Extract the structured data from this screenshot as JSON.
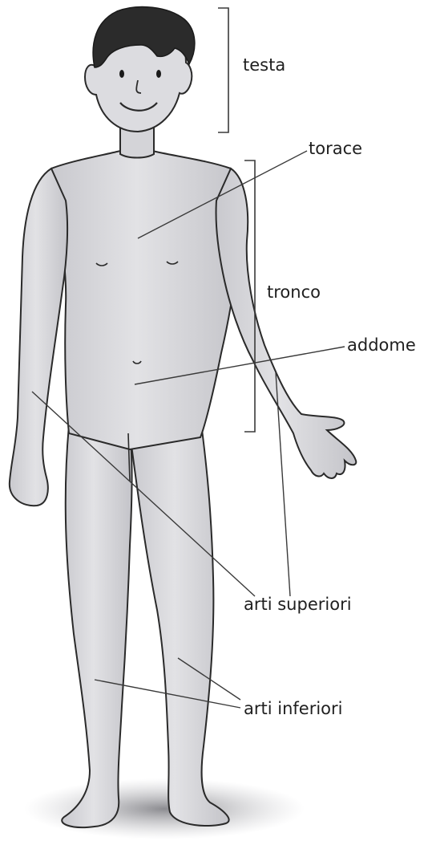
{
  "labels": {
    "testa": "testa",
    "torace": "torace",
    "tronco": "tronco",
    "addome": "addome",
    "arti_superiori": "arti superiori",
    "arti_inferiori": "arti inferiori"
  },
  "colors": {
    "skin": "#d9d9dc",
    "skin_shadow": "#bfbfc4",
    "hair": "#2b2b2b",
    "outline": "#2a2a2a",
    "leader_line": "#3a3a3a",
    "ground_shadow": "#8a8a8e"
  }
}
